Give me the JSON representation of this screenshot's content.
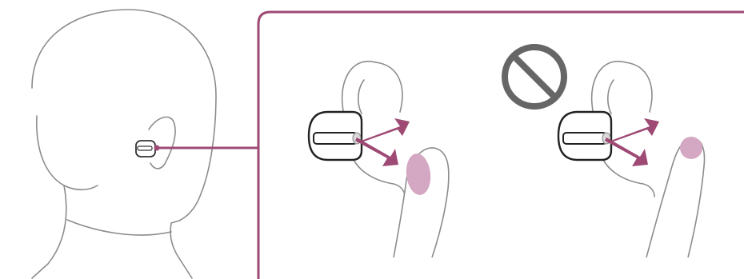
{
  "figure": {
    "panels": [
      {
        "id": "head-view",
        "icon": "head-profile-with-earbud"
      },
      {
        "id": "correct-touch",
        "icon": "finger-pad-touch-earbud"
      },
      {
        "id": "incorrect-touch",
        "icon": "fingertip-touch-earbud",
        "marker": "prohibited-icon"
      }
    ],
    "colors": {
      "accent": "#9e4a74",
      "finger_highlight": "#d4a7c2",
      "line": "#333333",
      "head_line": "#8c8c8c",
      "prohibited": "#666666"
    }
  }
}
